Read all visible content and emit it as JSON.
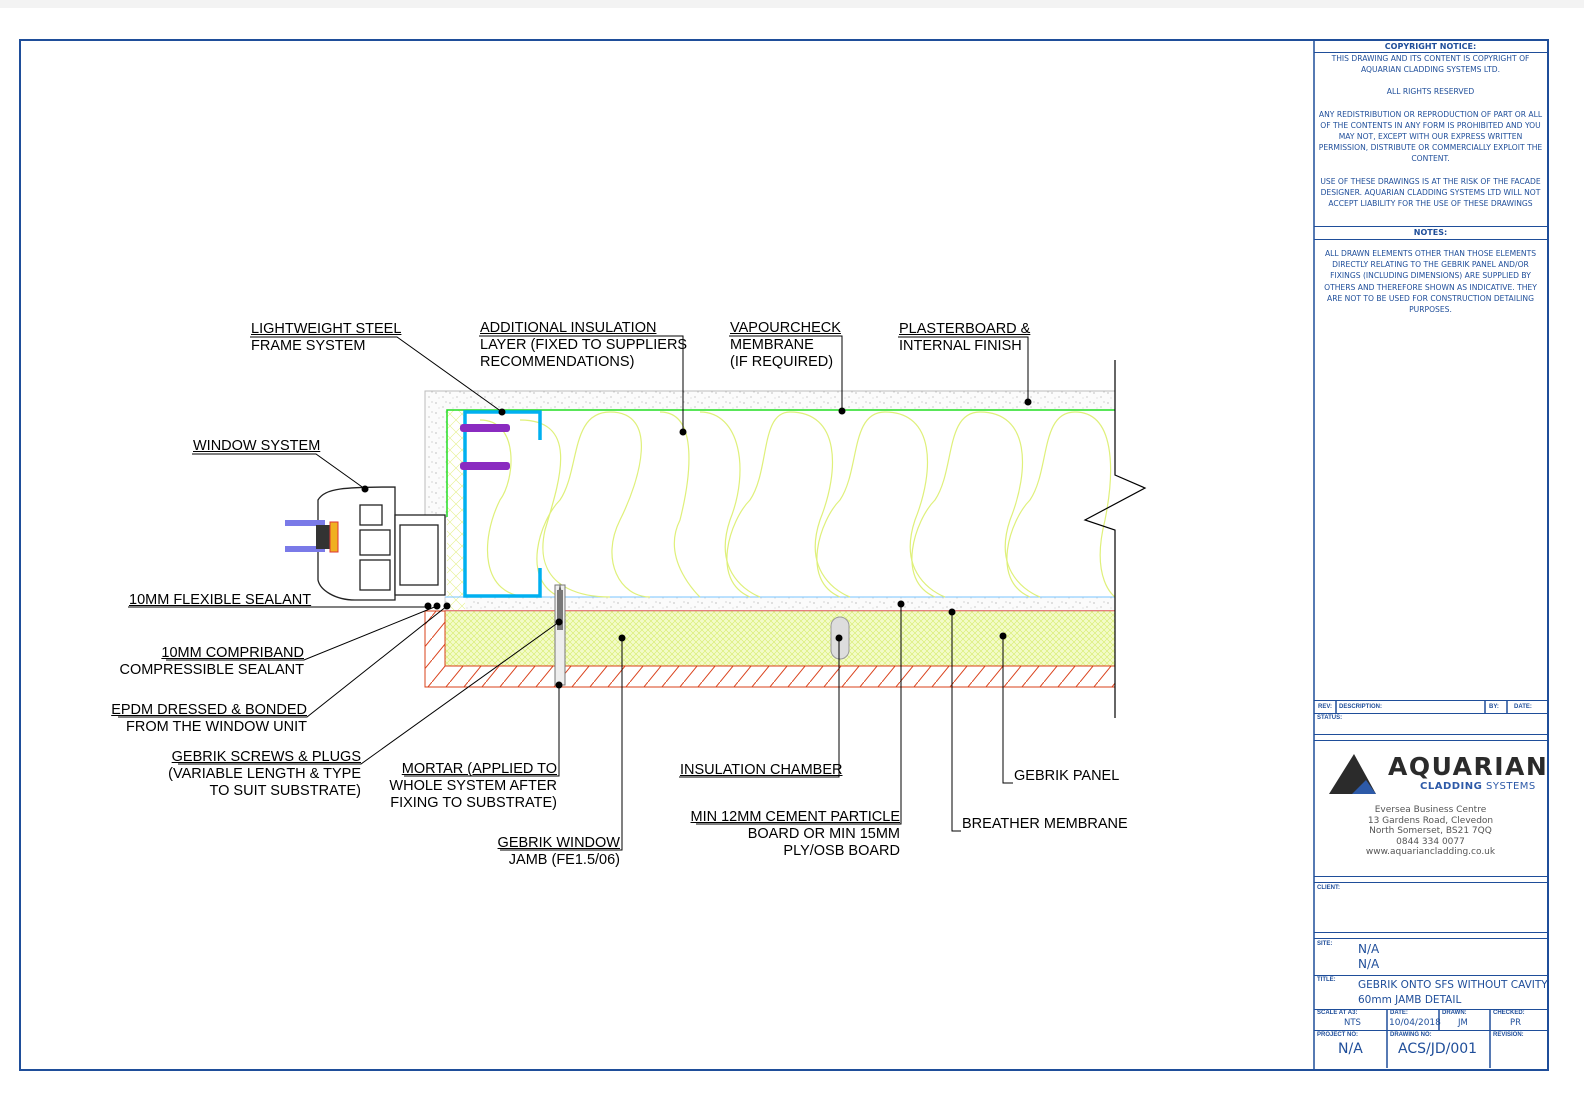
{
  "labels": {
    "lightweight_steel": [
      "LIGHTWEIGHT STEEL",
      "FRAME SYSTEM"
    ],
    "additional_insulation": [
      "ADDITIONAL INSULATION",
      "LAYER (FIXED TO SUPPLIERS",
      "RECOMMENDATIONS)"
    ],
    "vapourcheck": [
      "VAPOURCHECK",
      "MEMBRANE",
      "(IF REQUIRED)"
    ],
    "plasterboard": [
      "PLASTERBOARD &",
      "INTERNAL FINISH"
    ],
    "window_system": [
      "WINDOW SYSTEM"
    ],
    "flexible_sealant": [
      "10MM FLEXIBLE SEALANT"
    ],
    "compriband": [
      "10MM COMPRIBAND",
      "COMPRESSIBLE SEALANT"
    ],
    "epdm": [
      "EPDM DRESSED & BONDED",
      "FROM THE WINDOW UNIT"
    ],
    "screws": [
      "GEBRIK SCREWS & PLUGS",
      "(VARIABLE LENGTH & TYPE",
      "TO SUIT SUBSTRATE)"
    ],
    "mortar": [
      "MORTAR (APPLIED TO",
      "WHOLE SYSTEM AFTER",
      "FIXING TO SUBSTRATE)"
    ],
    "window_jamb": [
      "GEBRIK WINDOW",
      "JAMB (FE1.5/06)"
    ],
    "insulation_chamber": [
      "INSULATION CHAMBER"
    ],
    "cement_board": [
      "MIN 12MM CEMENT PARTICLE",
      "BOARD OR MIN 15MM",
      "PLY/OSB BOARD"
    ],
    "breather": [
      "BREATHER MEMBRANE"
    ],
    "gebrik_panel": [
      "GEBRIK PANEL"
    ]
  },
  "title_block": {
    "copyright_heading": "COPYRIGHT NOTICE:",
    "copyright_paragraphs": [
      "THIS DRAWING AND ITS CONTENT IS COPYRIGHT OF AQUARIAN CLADDING SYSTEMS LTD.",
      "ALL RIGHTS RESERVED",
      "ANY REDISTRIBUTION OR REPRODUCTION OF PART OR ALL OF THE CONTENTS IN ANY FORM IS PROHIBITED AND YOU MAY NOT, EXCEPT WITH OUR EXPRESS WRITTEN PERMISSION, DISTRIBUTE OR COMMERCIALLY EXPLOIT THE CONTENT.",
      "USE OF THESE DRAWINGS IS AT THE RISK OF THE FACADE DESIGNER. AQUARIAN CLADDING SYSTEMS LTD WILL NOT ACCEPT LIABILITY FOR THE USE OF THESE DRAWINGS"
    ],
    "notes_heading": "NOTES:",
    "notes_text": "ALL DRAWN ELEMENTS OTHER THAN THOSE ELEMENTS DIRECTLY RELATING TO THE GEBRIK PANEL AND/OR FIXINGS (INCLUDING DIMENSIONS) ARE SUPPLIED BY OTHERS AND THEREFORE SHOWN AS INDICATIVE. THEY ARE NOT TO BE USED FOR CONSTRUCTION DETAILING PURPOSES.",
    "rev_label": "REV:",
    "description_label": "DESCRIPTION:",
    "by_label": "BY:",
    "date_label_rev": "DATE:",
    "status_label": "STATUS:",
    "logo_main": "AQUARIAN",
    "logo_sub_bold": "CLADDING",
    "logo_sub": "SYSTEMS",
    "address": [
      "Eversea Business Centre",
      "13 Gardens Road, Clevedon",
      "North Somerset, BS21 7QQ",
      "0844 334 0077",
      "www.aquariancladding.co.uk"
    ],
    "client_label": "CLIENT:",
    "site_label": "SITE:",
    "site_values": [
      "N/A",
      "N/A"
    ],
    "title_label": "TITLE:",
    "title_values": [
      "GEBRIK ONTO SFS WITHOUT CAVITY",
      "60mm JAMB DETAIL"
    ],
    "scale_label": "SCALE AT A3:",
    "scale": "NTS",
    "date_label": "DATE:",
    "date": "10/04/2018",
    "drawn_label": "DRAWN:",
    "drawn": "JM",
    "checked_label": "CHECKED:",
    "checked": "PR",
    "project_label": "PROJECT NO:",
    "project": "N/A",
    "drawing_no_label": "DRAWING NO:",
    "drawing_no": "ACS/JD/001",
    "revision_label": "REVISION:"
  },
  "colors": {
    "border": "#1f4e9a",
    "steel": "#00b0f0",
    "membrane": "#22dd22",
    "panel_hatch": "#d9f06a",
    "substrate": "#d9401a",
    "screw": "#8a2bc0"
  }
}
